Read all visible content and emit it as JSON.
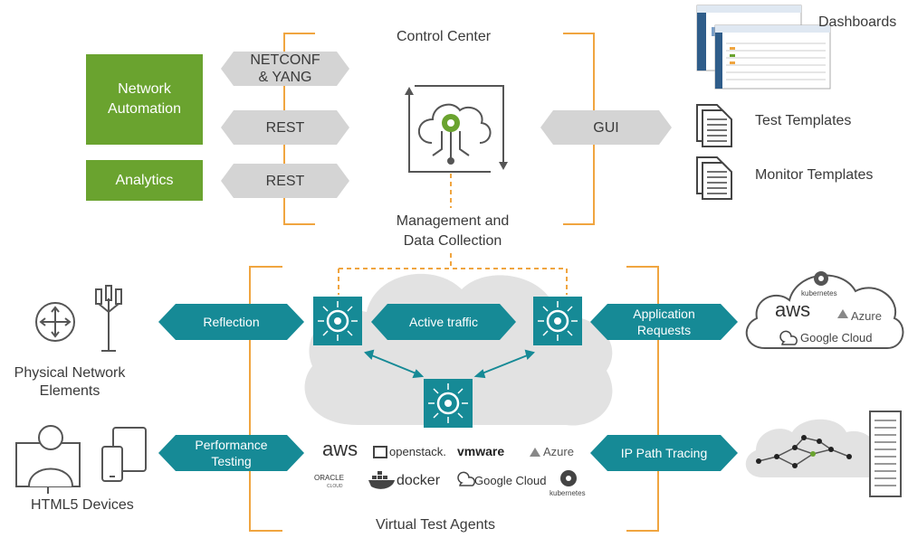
{
  "control_center": {
    "title": "Control Center",
    "mgmt_label_line1": "Management and",
    "mgmt_label_line2": "Data Collection"
  },
  "left_boxes": {
    "network_automation": "Network\nAutomation",
    "analytics": "Analytics"
  },
  "protocols": {
    "netconf": "NETCONF\n& YANG",
    "rest_1": "REST",
    "rest_2": "REST",
    "gui": "GUI"
  },
  "right_side": {
    "dashboards": "Dashboards",
    "test_templates": "Test Templates",
    "monitor_templates": "Monitor Templates"
  },
  "agents": {
    "reflection": "Reflection",
    "active_traffic": "Active traffic",
    "application_requests": "Application\nRequests",
    "performance_testing": "Performance\nTesting",
    "ip_path_tracing": "IP Path Tracing",
    "virtual_test_agents": "Virtual Test Agents"
  },
  "devices": {
    "physical_network_elements": "Physical Network\nElements",
    "html5_devices": "HTML5 Devices"
  },
  "cloud_providers": {
    "kubernetes": "kubernetes",
    "aws": "aws",
    "azure": "Azure",
    "google_cloud": "Google Cloud"
  },
  "platforms": {
    "aws": "aws",
    "openstack": "openstack.",
    "vmware": "vmware",
    "azure": "Azure",
    "oracle": "ORACLE",
    "oracle_sub": "CLOUD",
    "docker": "docker",
    "google_cloud": "Google Cloud",
    "kubernetes": "kubernetes"
  },
  "colors": {
    "green": "#6aa32f",
    "grey_arrow": "#d4d4d4",
    "teal": "#168a96",
    "orange": "#f0a540",
    "cloud": "#e2e2e2"
  }
}
